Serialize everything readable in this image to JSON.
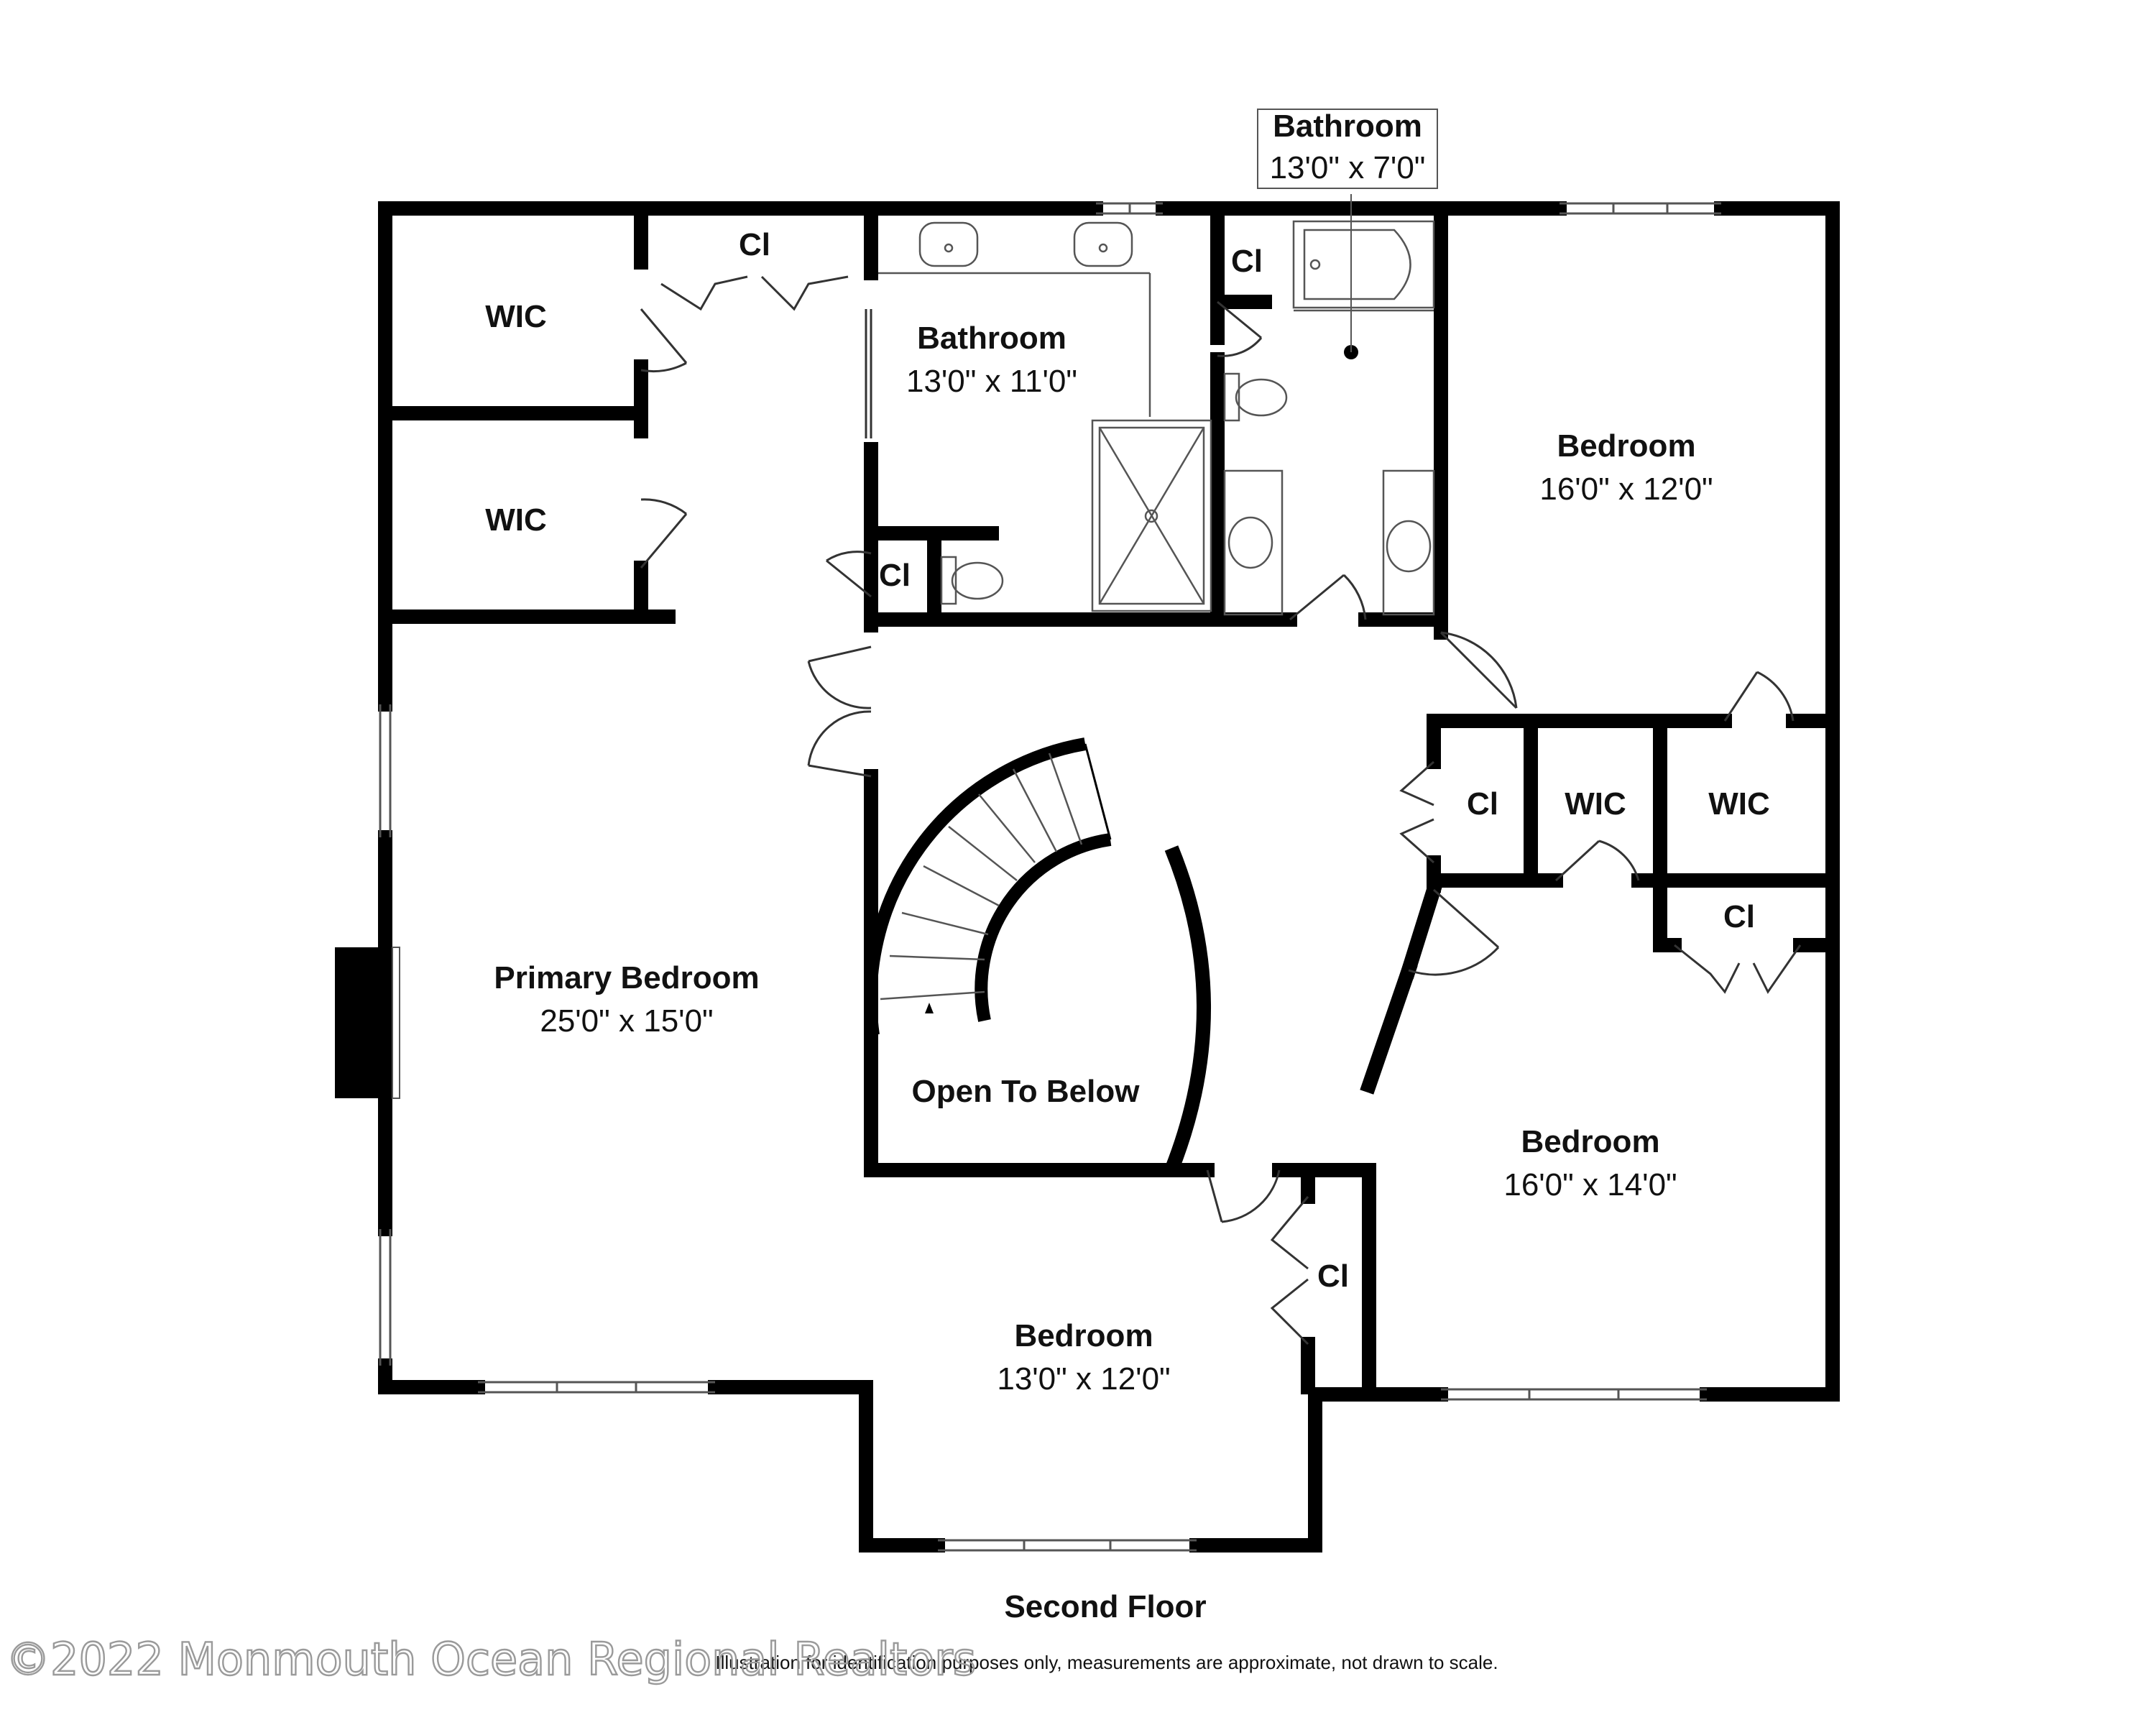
{
  "floor_title": "Second Floor",
  "disclaimer": "Illustration for identification purposes only, measurements are approximate, not drawn to scale.",
  "watermark": "©2022 Monmouth Ocean Regional Realtors",
  "rooms": {
    "bathroom_top": {
      "name": "Bathroom",
      "dims": "13'0\" x 7'0\""
    },
    "bathroom_main": {
      "name": "Bathroom",
      "dims": "13'0\" x 11'0\""
    },
    "bedroom_ne": {
      "name": "Bedroom",
      "dims": "16'0\" x 12'0\""
    },
    "primary_bedroom": {
      "name": "Primary Bedroom",
      "dims": "25'0\" x 15'0\""
    },
    "bedroom_se": {
      "name": "Bedroom",
      "dims": "16'0\" x 14'0\""
    },
    "bedroom_s": {
      "name": "Bedroom",
      "dims": "13'0\" x 12'0\""
    },
    "open_to_below": {
      "name": "Open To Below"
    }
  },
  "closets": {
    "wic_1": "WIC",
    "wic_2": "WIC",
    "wic_3": "WIC",
    "wic_4": "WIC",
    "cl_top": "Cl",
    "cl_bath": "Cl",
    "cl_hall": "Cl",
    "cl_east": "Cl",
    "cl_se": "Cl",
    "cl_south": "Cl"
  },
  "colors": {
    "wall": "#000000",
    "line": "#555555",
    "background": "#ffffff",
    "watermark": "#9a9a9a"
  }
}
